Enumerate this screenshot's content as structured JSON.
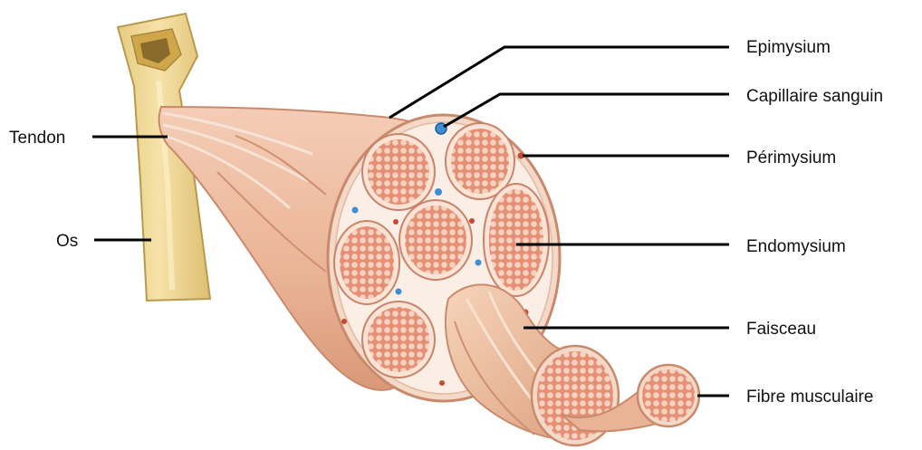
{
  "labels": {
    "epimysium": "Epimysium",
    "capillaire": "Capillaire sanguin",
    "perimysium": "Périmysium",
    "endomysium": "Endomysium",
    "faisceau": "Faisceau",
    "fibre": "Fibre musculaire",
    "tendon": "Tendon",
    "os": "Os"
  },
  "colors": {
    "bone": "#f3dd9f",
    "bone_dark": "#d8bc6c",
    "muscle_skin": "#f0c2a6",
    "muscle_dark": "#d99a7c",
    "fascicle": "#e79a7e",
    "fascicle_ring": "#fbe3d6",
    "fiber": "#f7d8c8",
    "perimysium_bg": "#fbeee5",
    "vessel_blue": "#3f8fd6",
    "vessel_red": "#c44a35",
    "leader": "#000000"
  }
}
